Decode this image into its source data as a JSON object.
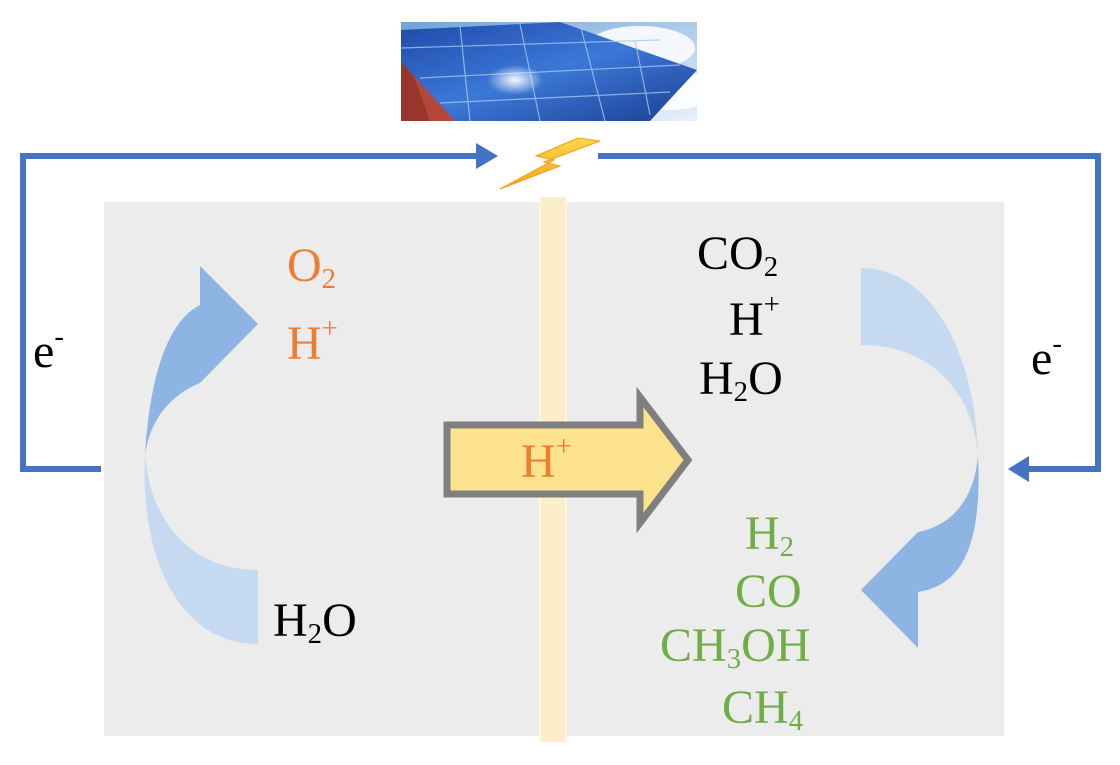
{
  "colors": {
    "wire": "#4472c4",
    "chamber": "#ececec",
    "membrane": "#fdeecb",
    "arrow_dark": "#8db4e2",
    "arrow_light": "#c5d9f0",
    "proton_arrow_fill": "#fde38e",
    "proton_arrow_stroke": "#7f7f7f",
    "anode_text": "#ed7d31",
    "cathode_products": "#70ad47",
    "text": "#000000"
  },
  "icons": {
    "solar_panel": "solar-panel-image",
    "bolt": "lightning-bolt-icon"
  },
  "wire": {
    "left_label": "e",
    "left_label_sup": "-",
    "right_label": "e",
    "right_label_sup": "-"
  },
  "anode": {
    "oxygen": {
      "base": "O",
      "sub": "2"
    },
    "proton": {
      "base": "H",
      "sup": "+"
    },
    "water": {
      "base": "H",
      "sub": "2",
      "tail": "O"
    }
  },
  "membrane_transport": {
    "base": "H",
    "sup": "+"
  },
  "cathode": {
    "reactants": {
      "co2": {
        "base": "CO",
        "sub": "2"
      },
      "proton": {
        "base": "H",
        "sup": "+"
      },
      "water": {
        "base": "H",
        "sub": "2",
        "tail": "O"
      }
    },
    "products": {
      "h2": {
        "base": "H",
        "sub": "2"
      },
      "co": {
        "base": "CO"
      },
      "ch3oh": {
        "base": "CH",
        "sub": "3",
        "tail": "OH"
      },
      "ch4": {
        "base": "CH",
        "sub": "4"
      }
    }
  }
}
